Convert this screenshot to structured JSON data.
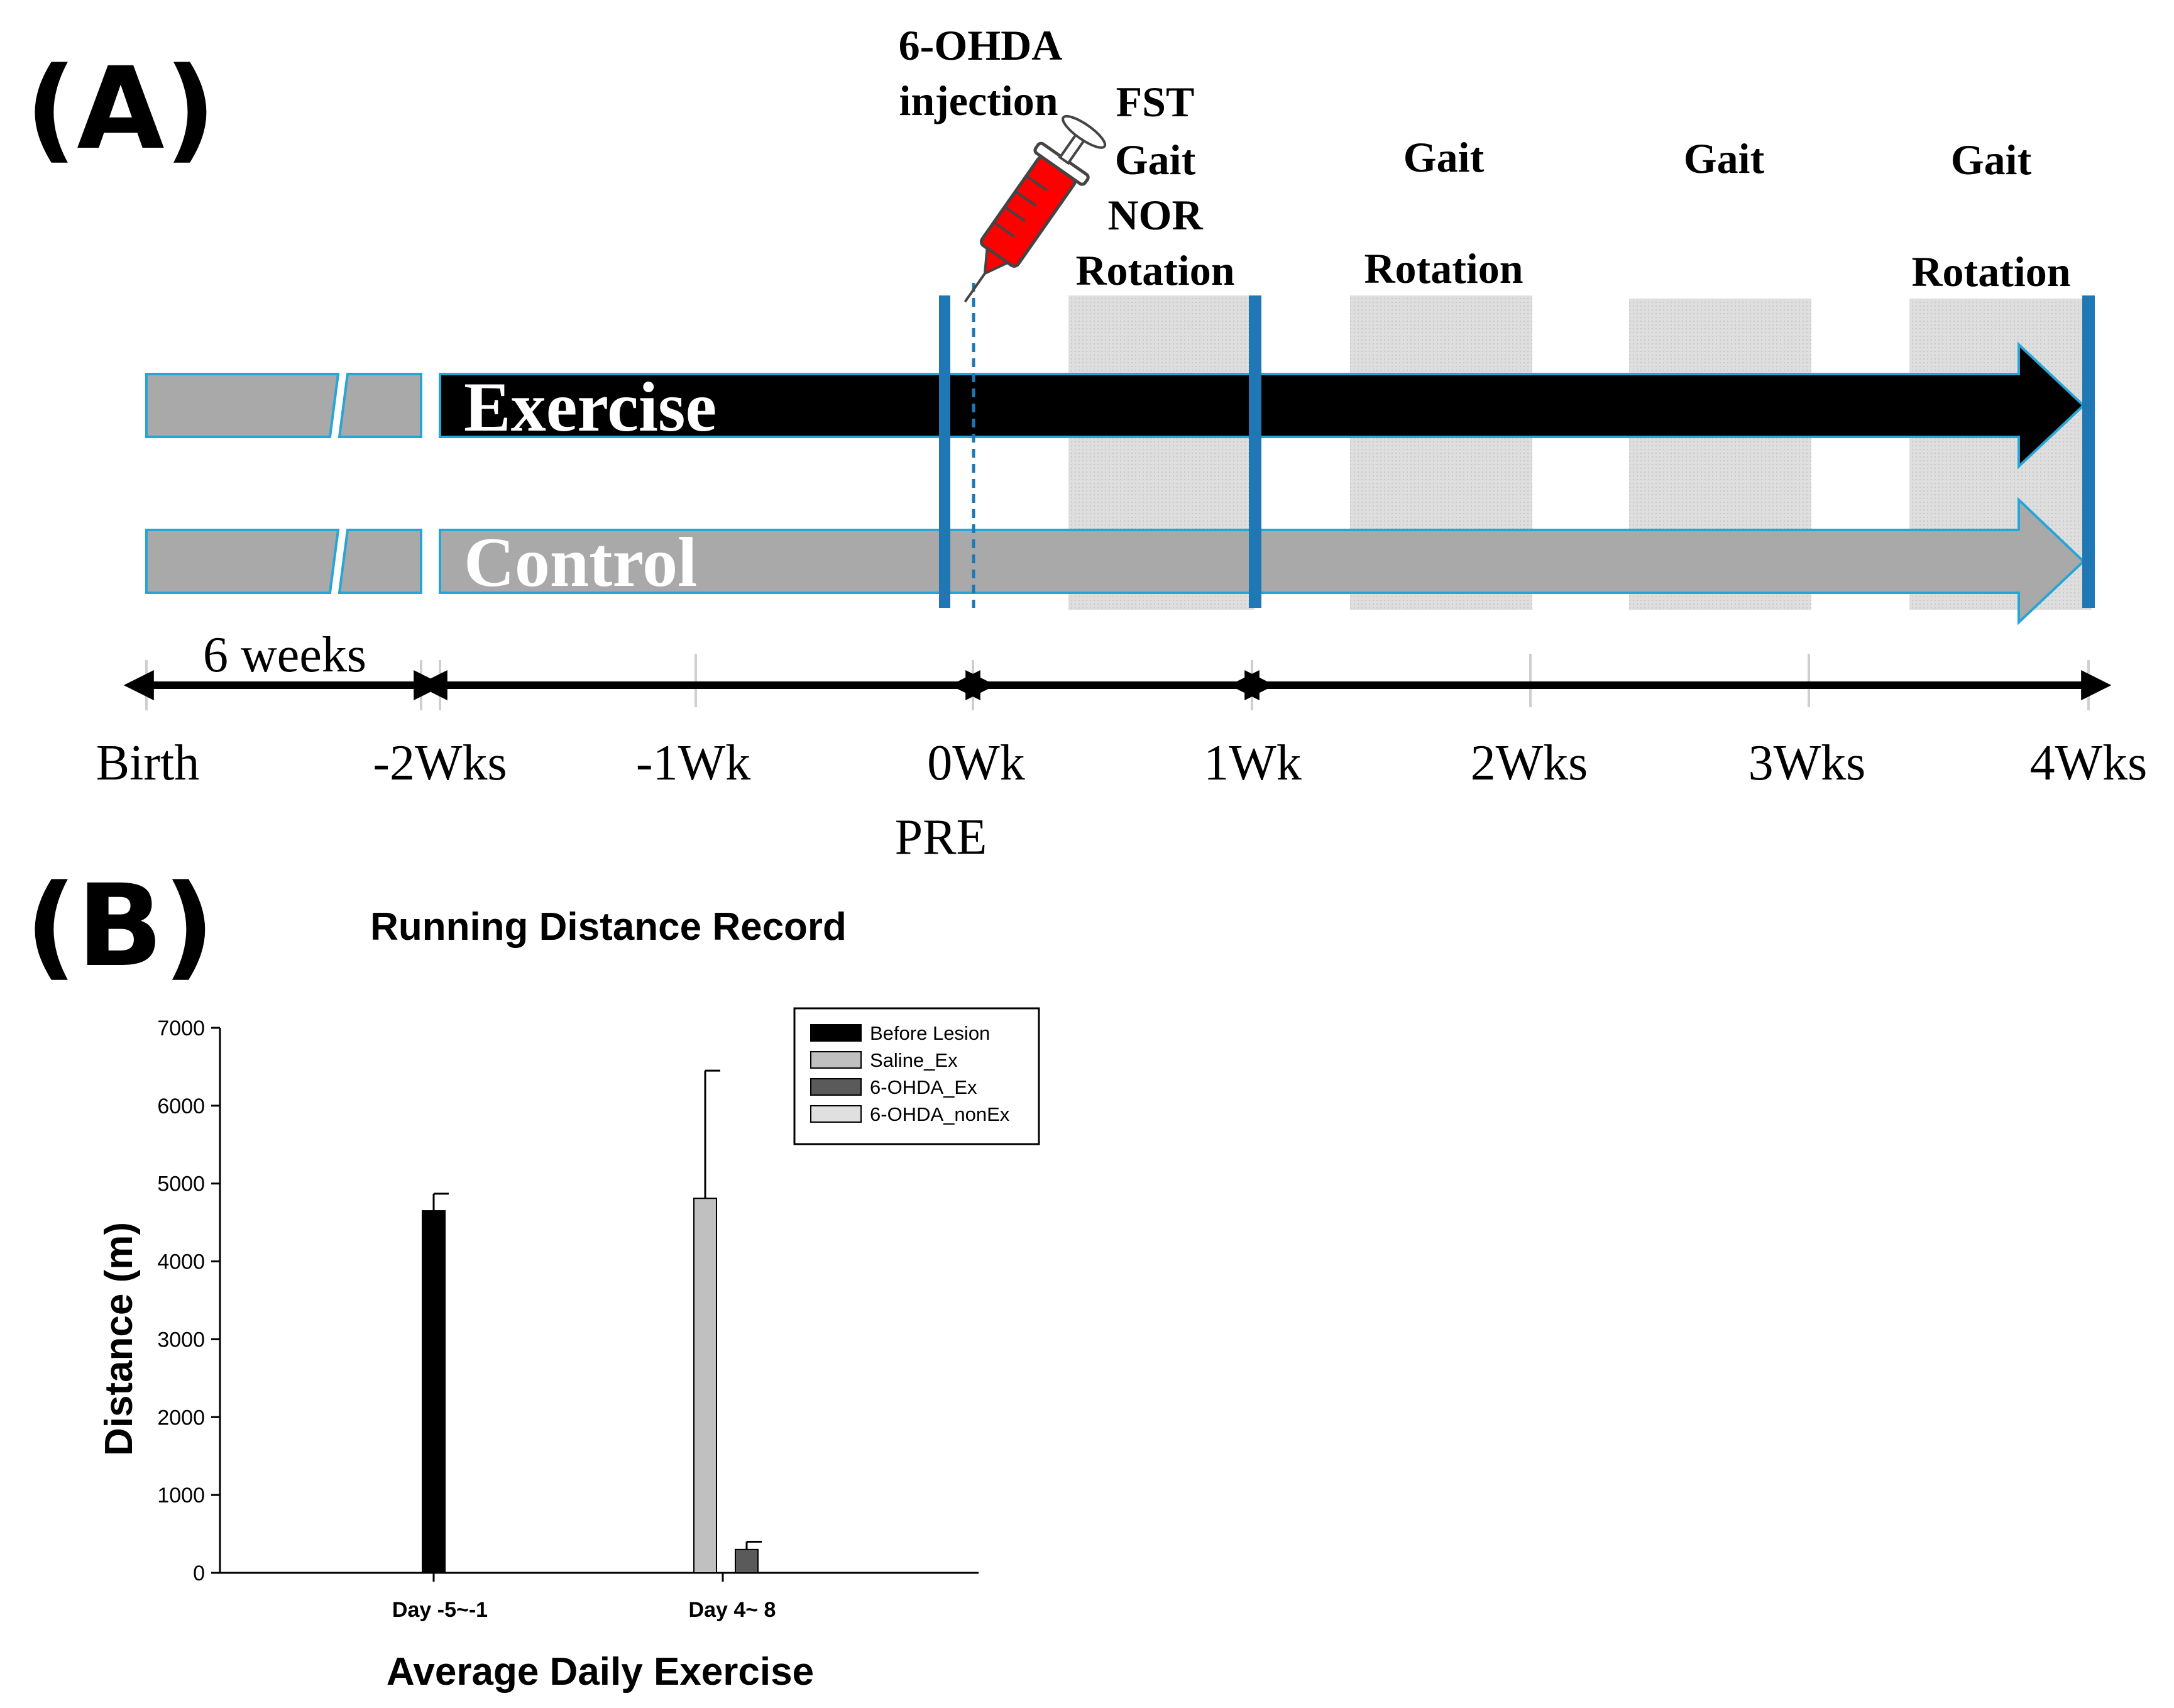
{
  "panel_a": {
    "label": "(A)",
    "events": {
      "injection": [
        "6-OHDA",
        "injection"
      ],
      "week1": [
        "FST",
        "Gait",
        "NOR",
        "Rotation"
      ],
      "week2": [
        "Gait",
        "Rotation"
      ],
      "week3": [
        "Gait"
      ],
      "week4": [
        "Gait",
        "Rotation"
      ]
    },
    "groups": {
      "exercise": "Exercise",
      "control": "Control"
    },
    "span_label": "6 weeks",
    "timeline_ticks": [
      "Birth",
      "-2Wks",
      "-1Wk",
      "0Wk",
      "1Wk",
      "2Wks",
      "3Wks",
      "4Wks"
    ],
    "pre_label": "PRE",
    "colors": {
      "exercise_bar": "#000000",
      "control_bar": "#a9a9a9",
      "marker_line": "#1f77b4",
      "test_window": "#dcdcdc",
      "syringe": "#ff0000"
    },
    "icons": [
      "syringe-icon"
    ]
  },
  "panel_b": {
    "label": "(B)"
  },
  "chart_data": {
    "type": "bar",
    "title": "Running Distance Record",
    "xlabel": "Average Daily Exercise",
    "ylabel": "Distance (m)",
    "ylim": [
      0,
      7000
    ],
    "yticks": [
      "0",
      "1000",
      "2000",
      "3000",
      "4000",
      "5000",
      "6000",
      "7000"
    ],
    "categories": [
      "Day -5~-1",
      "Day  4~ 8"
    ],
    "series": [
      {
        "name": "Before Lesion",
        "color": "#000000",
        "values": [
          4650,
          null
        ],
        "errors": [
          220,
          null
        ]
      },
      {
        "name": "Saline_Ex",
        "color": "#c0c0c0",
        "values": [
          null,
          4810
        ],
        "errors": [
          null,
          1640
        ]
      },
      {
        "name": "6-OHDA_Ex",
        "color": "#5a5a5a",
        "values": [
          null,
          300
        ],
        "errors": [
          null,
          100
        ]
      },
      {
        "name": "6-OHDA_nonEx",
        "color": "#e0e0e0",
        "values": [
          null,
          0
        ],
        "errors": [
          null,
          0
        ]
      }
    ],
    "legend_position": "top-right",
    "grid": false
  }
}
